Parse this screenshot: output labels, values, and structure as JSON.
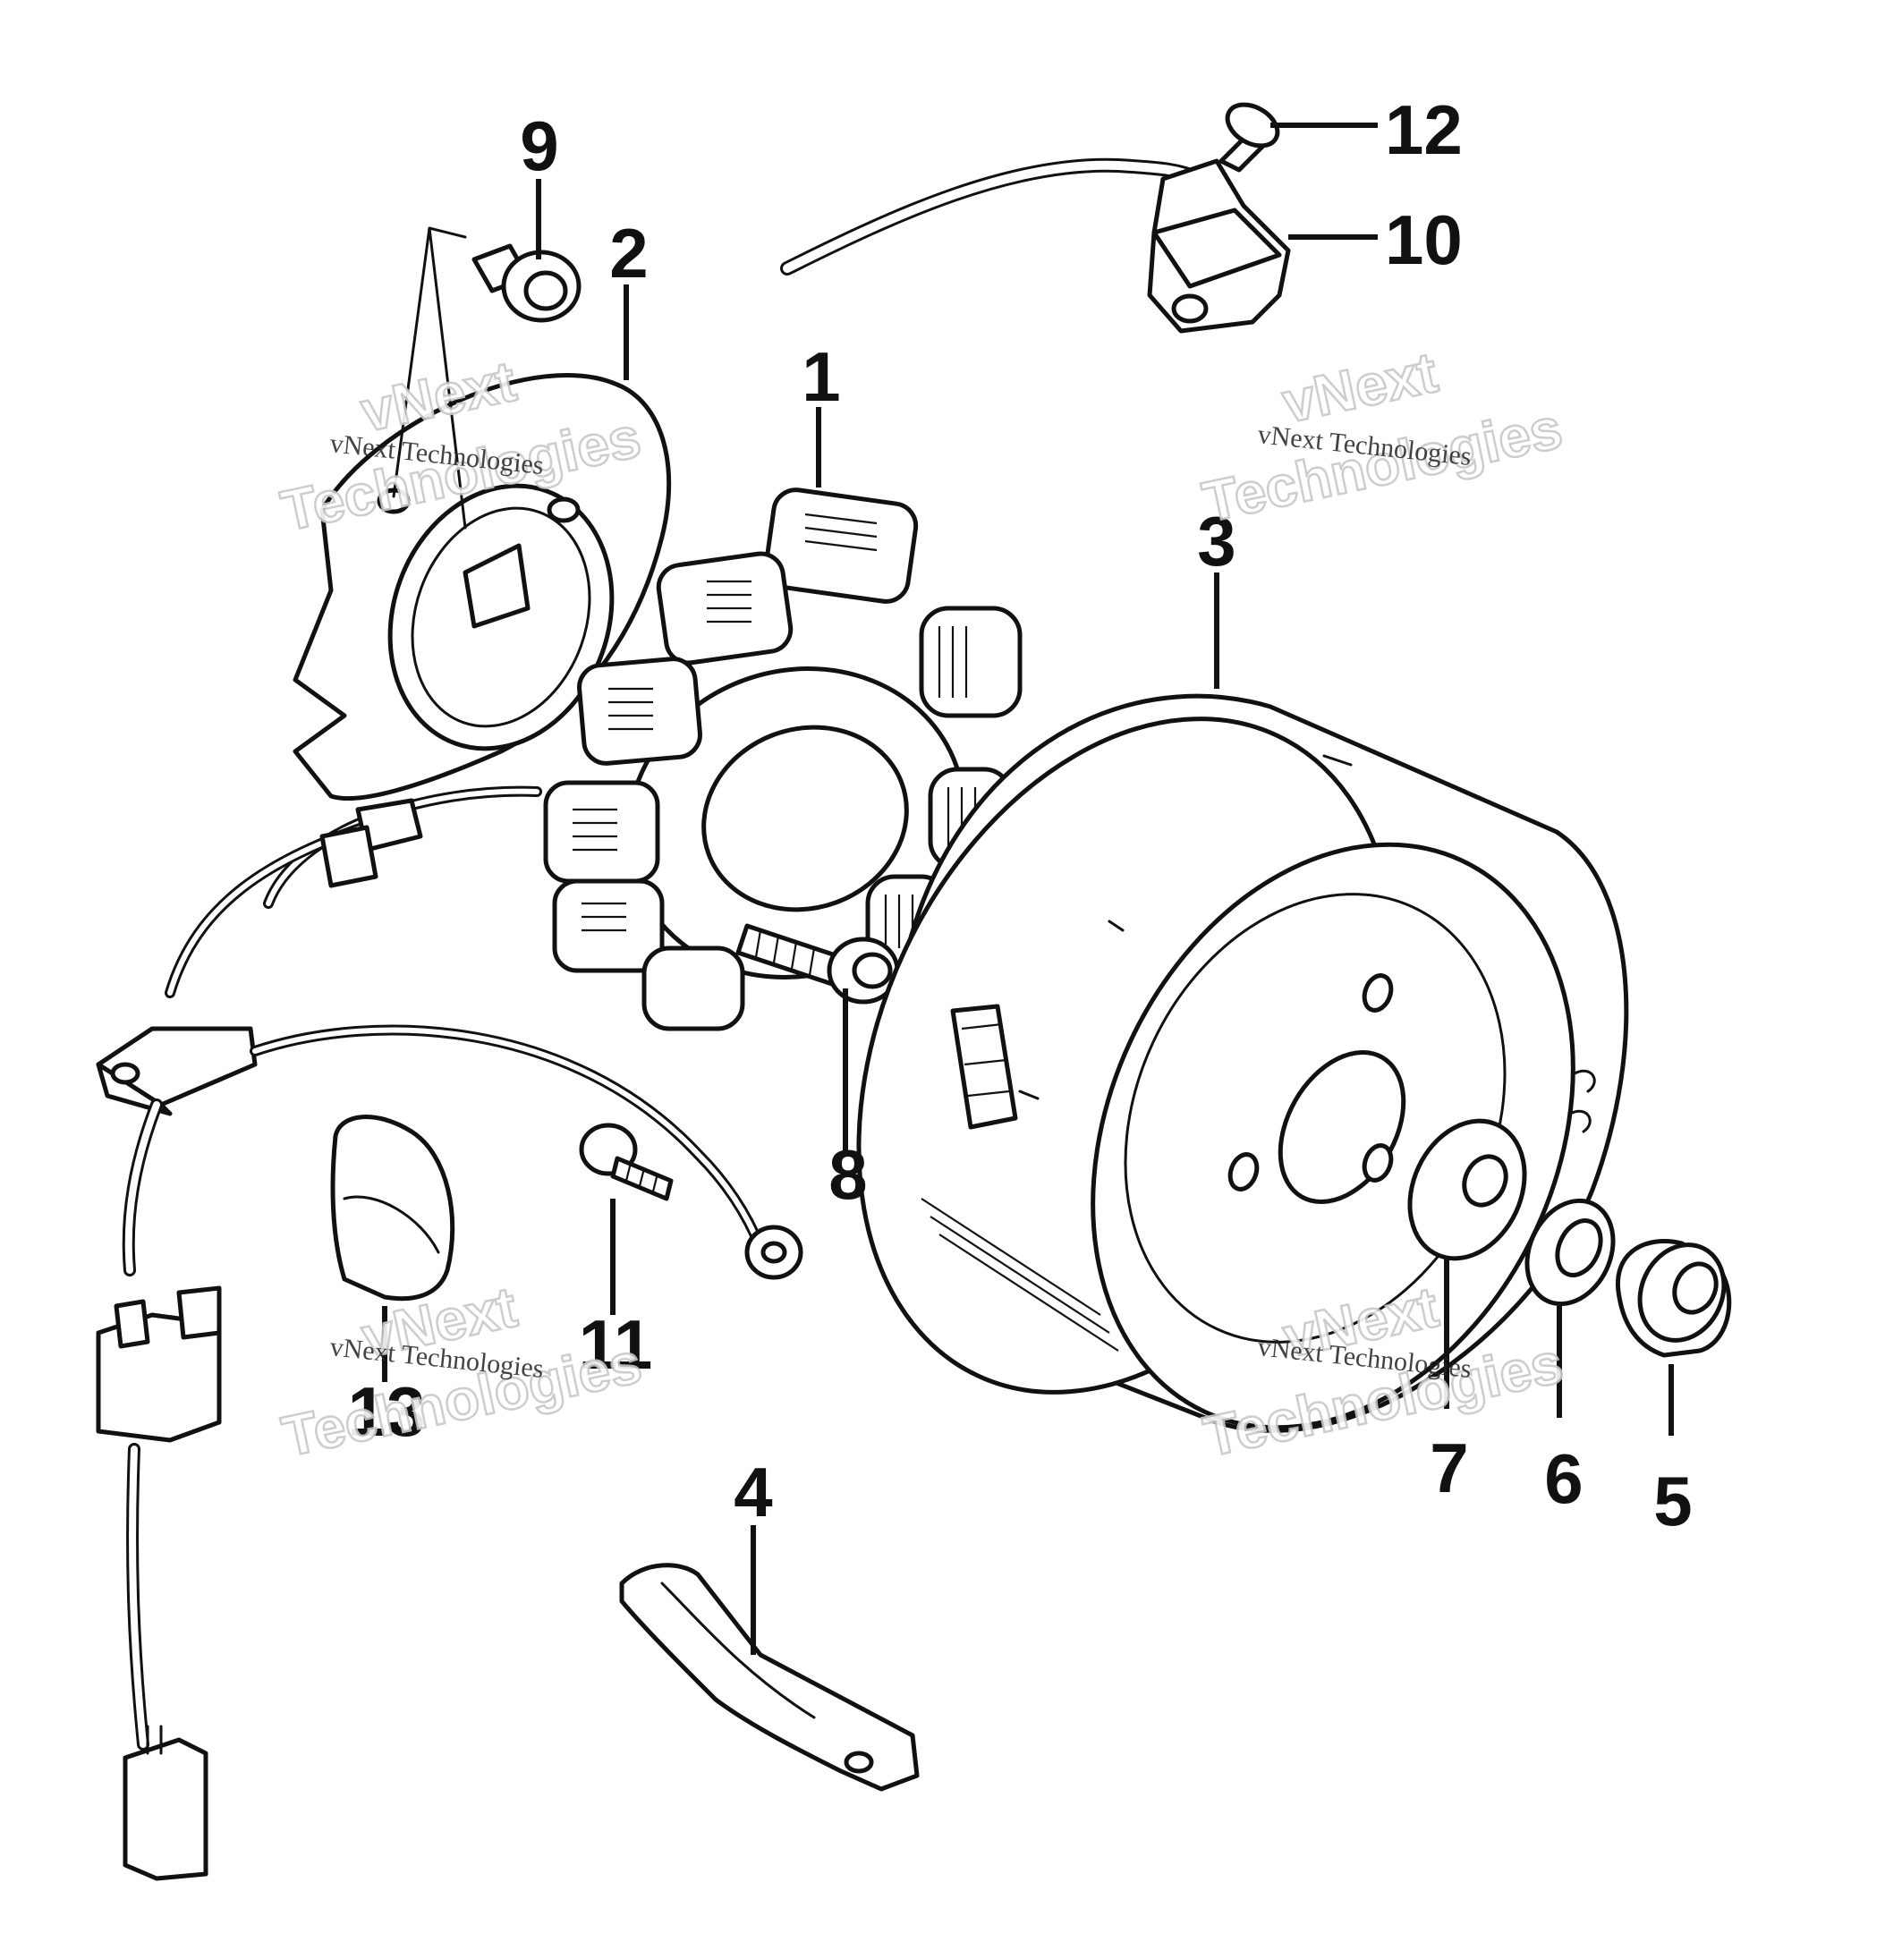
{
  "watermark": {
    "line_top": "vNext",
    "line_mid": "vNext Technologies",
    "line_bottom": "Technologies"
  },
  "parts": [
    {
      "id": "1",
      "label": "1",
      "icon": "stator-coil-icon"
    },
    {
      "id": "2",
      "label": "2",
      "icon": "stator-cover-icon"
    },
    {
      "id": "3",
      "label": "3",
      "icon": "flywheel-rotor-icon"
    },
    {
      "id": "4",
      "label": "4",
      "icon": "wire-clamp-strap-icon"
    },
    {
      "id": "5",
      "label": "5",
      "icon": "nut-icon"
    },
    {
      "id": "6",
      "label": "6",
      "icon": "washer-icon"
    },
    {
      "id": "7",
      "label": "7",
      "icon": "flange-washer-icon"
    },
    {
      "id": "8",
      "label": "8",
      "icon": "socket-bolt-icon"
    },
    {
      "id": "9",
      "label": "9",
      "icon": "flange-bolt-icon"
    },
    {
      "id": "10",
      "label": "10",
      "icon": "pulser-coil-icon"
    },
    {
      "id": "11",
      "label": "11",
      "icon": "screw-icon"
    },
    {
      "id": "12",
      "label": "12",
      "icon": "screw-icon"
    },
    {
      "id": "13",
      "label": "13",
      "icon": "grommet-icon"
    }
  ]
}
